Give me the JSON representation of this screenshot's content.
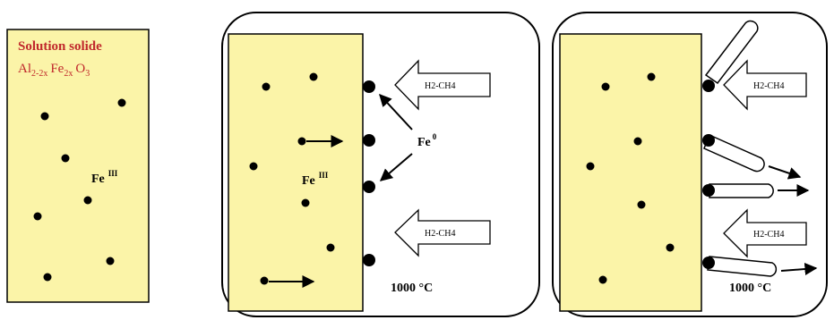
{
  "colors": {
    "slab_fill": "#fbf4a8",
    "stroke": "#000000",
    "title_red": "#c0282c",
    "background": "#ffffff"
  },
  "panel1": {
    "title_line1": "Solution solide",
    "formula": {
      "el1": "Al",
      "sub1": "2-2x",
      "el2": "Fe",
      "sub2": "2x",
      "el3": "O",
      "sub3": "3"
    },
    "ion": {
      "base": "Fe",
      "charge": "III"
    }
  },
  "panel2": {
    "ion": {
      "base": "Fe",
      "charge": "III"
    },
    "metal": {
      "base": "Fe",
      "charge": "0"
    },
    "gas_top": "H2-CH4",
    "gas_bottom": "H2-CH4",
    "temperature": "1000 °C"
  },
  "panel3": {
    "gas_top": "H2-CH4",
    "gas_bottom": "H2-CH4",
    "temperature": "1000 °C"
  }
}
